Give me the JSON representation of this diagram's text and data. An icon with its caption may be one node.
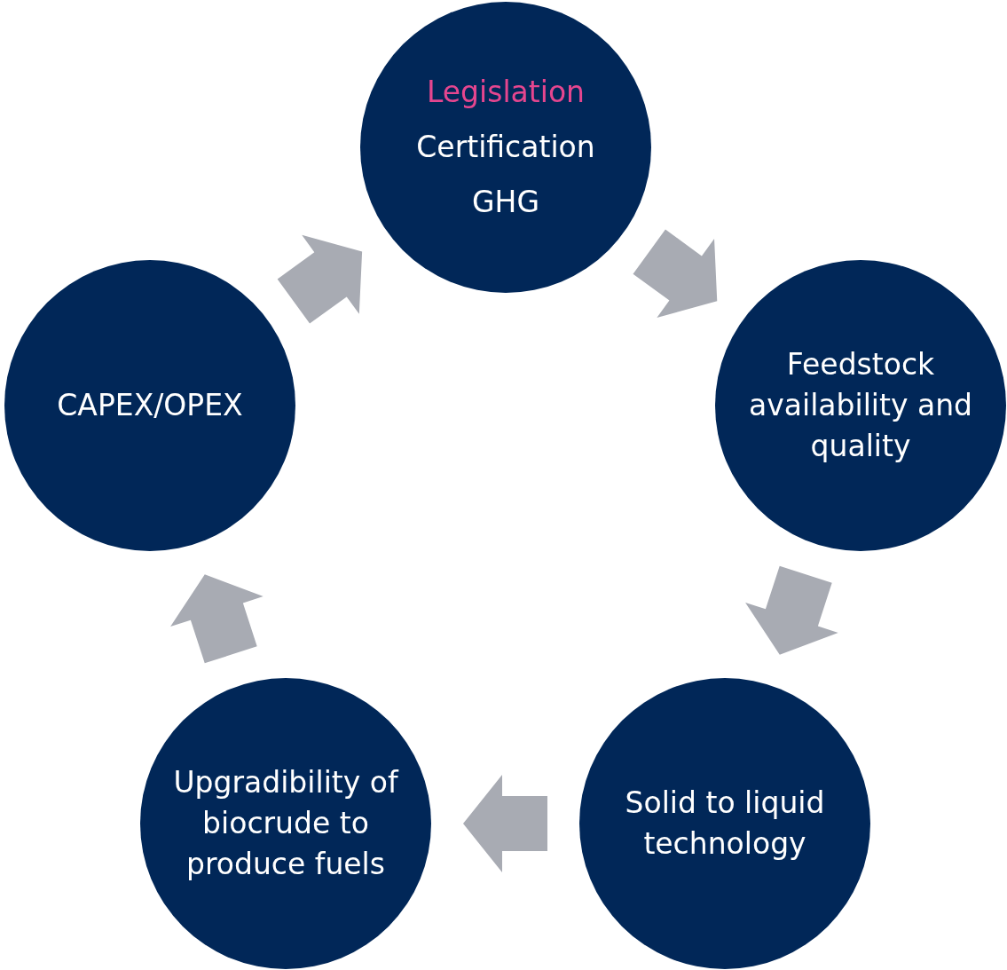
{
  "diagram": {
    "nodes": [
      {
        "text": [
          "Legislation",
          "Certification",
          "GHG"
        ]
      },
      {
        "text": [
          "Feedstock availability and quality"
        ]
      },
      {
        "text": [
          "Solid to liquid technology"
        ]
      },
      {
        "text": [
          "Upgradibility of biocrude to produce fuels"
        ]
      },
      {
        "text": [
          "CAPEX/OPEX"
        ]
      }
    ],
    "edges": [
      {
        "from": 0,
        "to": 1,
        "arrow": "to"
      },
      {
        "from": 1,
        "to": 2,
        "arrow": "to"
      },
      {
        "from": 2,
        "to": 3,
        "arrow": "to"
      },
      {
        "from": 3,
        "to": 4,
        "arrow": "to"
      },
      {
        "from": 4,
        "to": 0,
        "arrow": "to"
      }
    ]
  }
}
